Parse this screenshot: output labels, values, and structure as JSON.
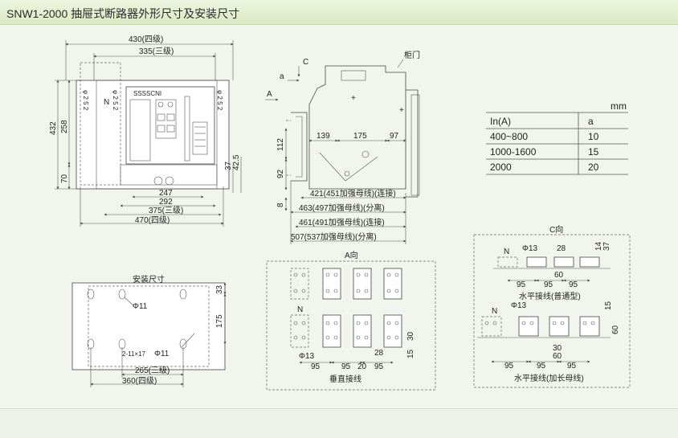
{
  "title": "SNW1-2000 抽屉式断路器外形尺寸及安装尺寸",
  "front_view": {
    "width_four": "430(四级)",
    "width_three": "335(三级)",
    "h432": "432",
    "h258": "258",
    "h70": "70",
    "d37": "37",
    "d42_5": "42.5",
    "w247": "247",
    "w292": "292",
    "w375": "375(三级)",
    "w470": "470(四级)",
    "n_label": "N",
    "side_marks": [
      "φ 2 5 2",
      "φ 2 5 2",
      "φ 2 5 2"
    ]
  },
  "side_view": {
    "c_label": "C",
    "a_small": "a",
    "a_arrow": "A",
    "cabinet_door": "柜门",
    "d139": "139",
    "d175": "175",
    "d97": "97",
    "d112": "112",
    "d92": "92",
    "d8": "8",
    "d421": "421(451加强母线)(连接)",
    "d463": "463(497加强母线)(分离)",
    "d461": "461(491加强母线)(连接)",
    "d507": "507(537加强母线)(分离)"
  },
  "current_table": {
    "unit": "mm",
    "header": [
      "In(A)",
      "a"
    ],
    "rows": [
      [
        "400~800",
        "10"
      ],
      [
        "1000-1600",
        "15"
      ],
      [
        "2000",
        "20"
      ]
    ]
  },
  "mounting": {
    "title": "安装尺寸",
    "phi11_top": "Φ11",
    "holes": "2-11×17",
    "phi11_bottom": "Φ11",
    "d33": "33",
    "d175": "175",
    "w265": "265(三级)",
    "w360": "360(四级)"
  },
  "a_view": {
    "title": "A向",
    "n_label": "N",
    "phi13": "Φ13",
    "d28": "28",
    "d30": "30",
    "d15": "15",
    "d95_a": "95",
    "d95_b": "95",
    "d20": "20",
    "d95_c": "95",
    "caption": "垂直接线"
  },
  "c_view": {
    "title": "C向",
    "n1": "N",
    "phi13_1": "Φ13",
    "d28": "28",
    "d14": "14",
    "d37": "37",
    "d60_1": "60",
    "d95_1": "95",
    "d95_2": "95",
    "d95_3": "95",
    "caption1": "水平接线(普通型)",
    "n2": "N",
    "phi13_2": "Φ13",
    "d15": "15",
    "d60_2": "60",
    "d30": "30",
    "d95_4": "95",
    "d95_5": "95",
    "d95_6": "95",
    "d60_3": "60",
    "caption2": "水平接线(加长母线)"
  }
}
